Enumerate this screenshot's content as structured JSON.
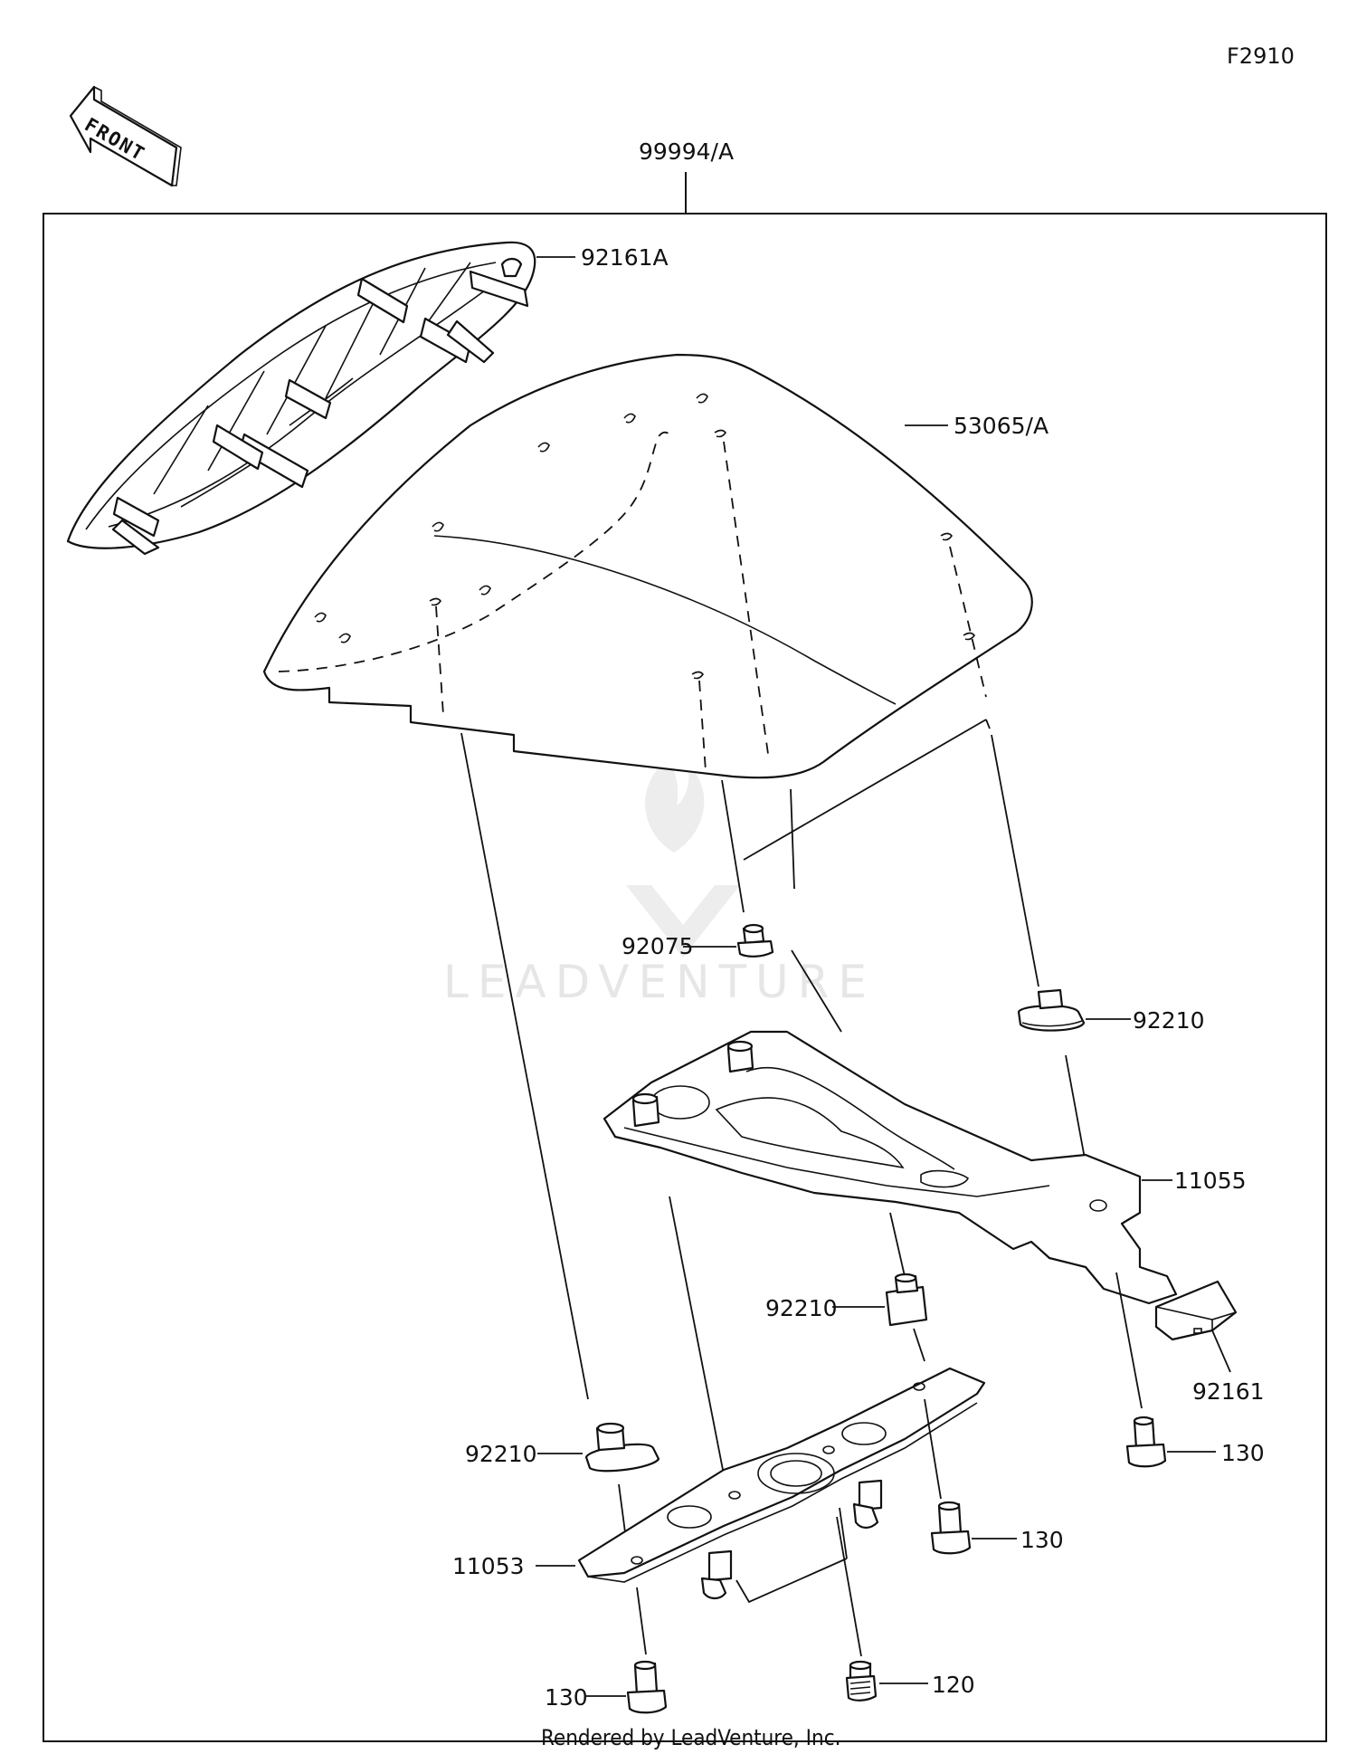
{
  "figure_code": "F2910",
  "front_label": "FRONT",
  "watermark": "LEADVENTURE",
  "footer": "Rendered by LeadVenture, Inc.",
  "parts": {
    "kit": "99994/A",
    "grip_rail": "92161A",
    "seat_cover": "53065/A",
    "screw_top": "92075",
    "nut_right": "92210",
    "bracket_top": "11055",
    "nut_middle": "92210",
    "pad": "92161",
    "bolt_right": "130",
    "nut_left": "92210",
    "bolt_center": "130",
    "bracket_bottom": "11053",
    "bolt_small": "120",
    "bolt_left": "130"
  }
}
